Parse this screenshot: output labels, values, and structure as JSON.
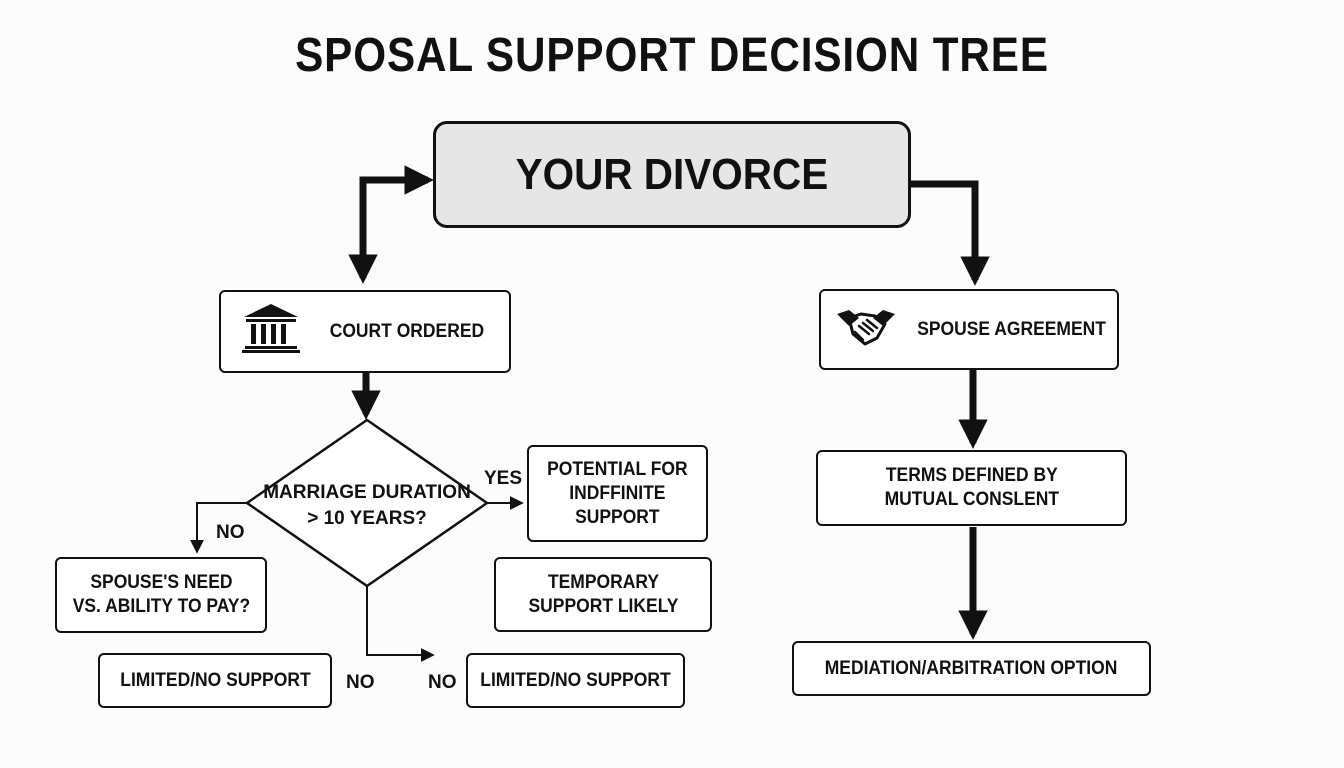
{
  "title": "SPOSAL SUPPORT DECISION TREE",
  "nodes": {
    "root": "YOUR DIVORCE",
    "court": "COURT ORDERED",
    "spouse_agreement": "SPOUSE AGREEMENT",
    "decision": [
      "MARRIAGE DURATION",
      "> 10 YEARS?"
    ],
    "indefinite": [
      "POTENTIAL FOR",
      "INDFFINITE",
      "SUPPORT"
    ],
    "temporary": [
      "TEMPORARY",
      "SUPPORT LIKELY"
    ],
    "need_vs_ability": [
      "SPOUSE'S NEED",
      "VS. ABILITY TO PAY?"
    ],
    "limited_left": "LIMITED/NO SUPPORT",
    "limited_right": "LIMITED/NO SUPPORT",
    "terms": [
      "TERMS DEFINED BY",
      "MUTUAL CONSLENT"
    ],
    "mediation": "MEDIATION/ARBITRATION OPTION"
  },
  "edge_labels": {
    "yes": "YES",
    "no_left": "NO",
    "no_mid": "NO",
    "no_right": "NO"
  },
  "icons": {
    "court": "courthouse-icon",
    "agreement": "handshake-icon"
  },
  "colors": {
    "line": "#111111",
    "root_fill": "#e6e6e6",
    "background": "#fcfcfc"
  }
}
